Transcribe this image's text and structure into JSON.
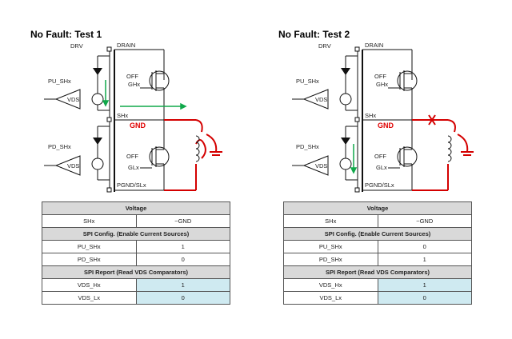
{
  "panels": [
    {
      "title": "No Fault: Test 1",
      "labels": {
        "drv": "DRV",
        "drain": "DRAIN",
        "pu": "PU_SHx",
        "pd": "PD_SHx",
        "vds": "VDS",
        "off": "OFF",
        "ghx": "GHx",
        "glx": "GLx",
        "shx": "SHx",
        "gnd": "GND",
        "pgnd": "PGND/SLx"
      },
      "table": {
        "voltage_header": "Voltage",
        "voltage_row": {
          "name": "SHx",
          "value": "~GND"
        },
        "config_header": "SPI Config. (Enable Current Sources)",
        "config_rows": [
          {
            "name": "PU_SHx",
            "value": "1"
          },
          {
            "name": "PD_SHx",
            "value": "0"
          }
        ],
        "report_header": "SPI Report (Read VDS Comparators)",
        "report_rows": [
          {
            "name": "VDS_Hx",
            "value": "1"
          },
          {
            "name": "VDS_Lx",
            "value": "0"
          }
        ]
      }
    },
    {
      "title": "No Fault: Test 2",
      "labels": {
        "drv": "DRV",
        "drain": "DRAIN",
        "pu": "PU_SHx",
        "pd": "PD_SHx",
        "vds": "VDS",
        "off": "OFF",
        "ghx": "GHx",
        "glx": "GLx",
        "shx": "SHx",
        "gnd": "GND",
        "pgnd": "PGND/SLx"
      },
      "table": {
        "voltage_header": "Voltage",
        "voltage_row": {
          "name": "SHx",
          "value": "~GND"
        },
        "config_header": "SPI Config. (Enable Current Sources)",
        "config_rows": [
          {
            "name": "PU_SHx",
            "value": "0"
          },
          {
            "name": "PD_SHx",
            "value": "1"
          }
        ],
        "report_header": "SPI Report (Read VDS Comparators)",
        "report_rows": [
          {
            "name": "VDS_Hx",
            "value": "1"
          },
          {
            "name": "VDS_Lx",
            "value": "0"
          }
        ]
      }
    }
  ],
  "colors": {
    "ground_path": "#d40000",
    "current_arrow": "#10a84a",
    "header_fill": "#d9d9d9",
    "report_value_fill": "#cfeaf1"
  }
}
